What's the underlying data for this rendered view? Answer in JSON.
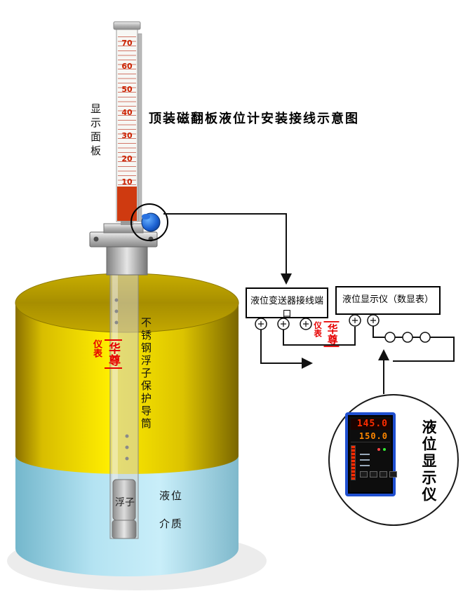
{
  "title": "顶装磁翻板液位计安装接线示意图",
  "brand": {
    "small": "仪表",
    "big": "华尊"
  },
  "gauge": {
    "panel_label": "显示面板",
    "scale": [
      "70",
      "60",
      "50",
      "40",
      "30",
      "20",
      "10"
    ]
  },
  "tank": {
    "tube_label": "不锈钢浮子保护导筒",
    "float_label": "浮子",
    "level_label": "液位",
    "medium_label": "介质"
  },
  "wiring": {
    "transmitter_box_label": "液位变送器接线端口",
    "display_box_label": "液位显示仪（数显表）"
  },
  "display_unit": {
    "reading_top": "145.0",
    "reading_bottom": "150.0",
    "side_label": "液位显示仪"
  },
  "colors": {
    "tank_yellow": "#ffee00",
    "liquid_blue": "#bfe8f5",
    "scale_red": "#cc2200",
    "wire_black": "#111111",
    "display_digit_red": "#ff2d00",
    "display_digit_orange": "#ff8800",
    "display_frame_blue": "#1f4fd0",
    "brand_red": "#e60000"
  }
}
